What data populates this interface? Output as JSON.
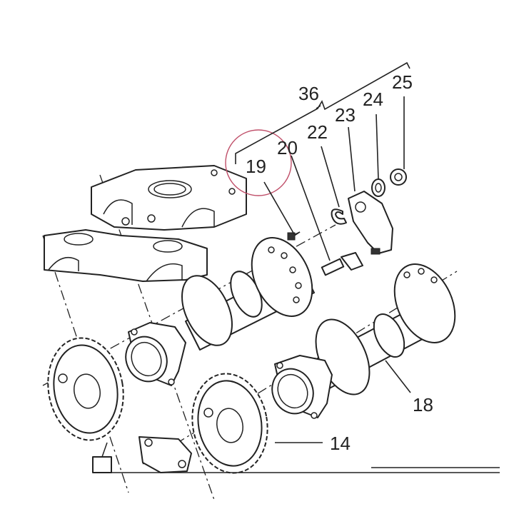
{
  "callouts": {
    "c36": "36",
    "c25": "25",
    "c24": "24",
    "c23": "23",
    "c22": "22",
    "c20": "20",
    "c19": "19",
    "c18": "18",
    "c14": "14"
  },
  "colors": {
    "line": "#222222",
    "highlight_circle": "#c0506a",
    "fill": "#ffffff",
    "shade": "#e9e9e9"
  }
}
